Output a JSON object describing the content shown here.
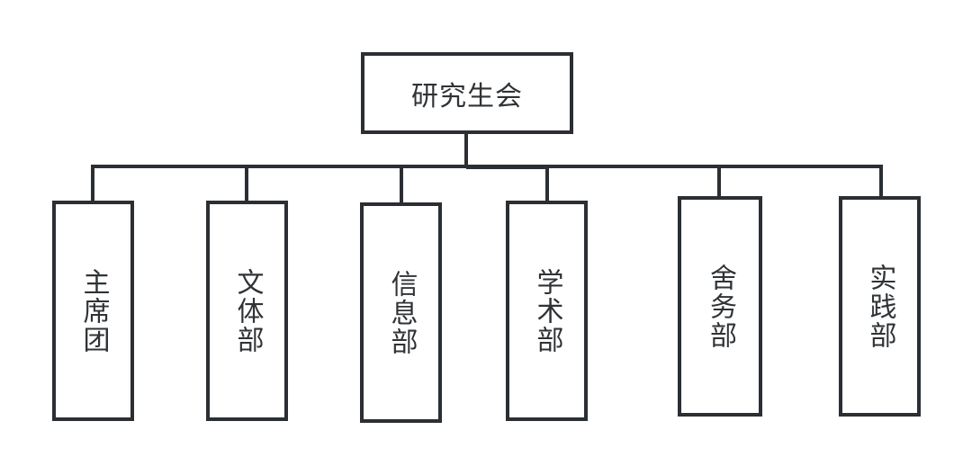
{
  "org_chart": {
    "root": {
      "label": "研究生会"
    },
    "departments": [
      {
        "label": "主席团"
      },
      {
        "label": "文体部"
      },
      {
        "label": "信息部"
      },
      {
        "label": "学术部"
      },
      {
        "label": "舍务部"
      },
      {
        "label": "实践部"
      }
    ]
  }
}
